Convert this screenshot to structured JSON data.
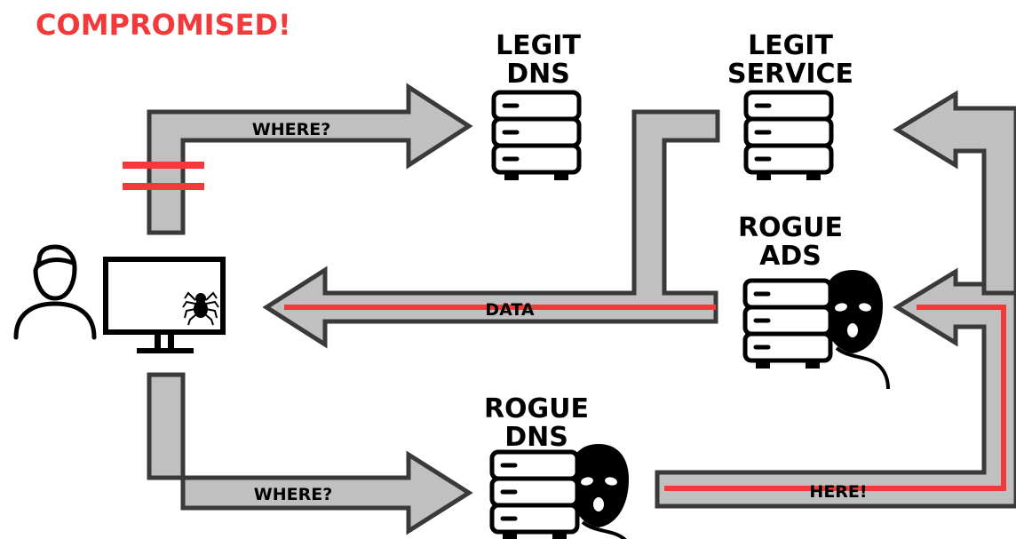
{
  "title": "COMPROMISED!",
  "labels": {
    "legit_dns": [
      "LEGIT",
      "DNS"
    ],
    "legit_service": [
      "LEGIT",
      "SERVICE"
    ],
    "rogue_ads": [
      "ROGUE",
      "ADS"
    ],
    "rogue_dns": [
      "ROGUE",
      "DNS"
    ]
  },
  "arrows": {
    "top_query": "WHERE?",
    "bottom_query": "WHERE?",
    "data": "DATA",
    "answer": "HERE!"
  },
  "colors": {
    "accent": "#f23a3a",
    "arrow_fill": "#c0c0c0",
    "ink": "#000000"
  },
  "icons": {
    "user": "user-icon",
    "monitor": "monitor-icon",
    "malware": "spider-icon",
    "server": "server-icon",
    "attacker": "balaclava-icon"
  }
}
